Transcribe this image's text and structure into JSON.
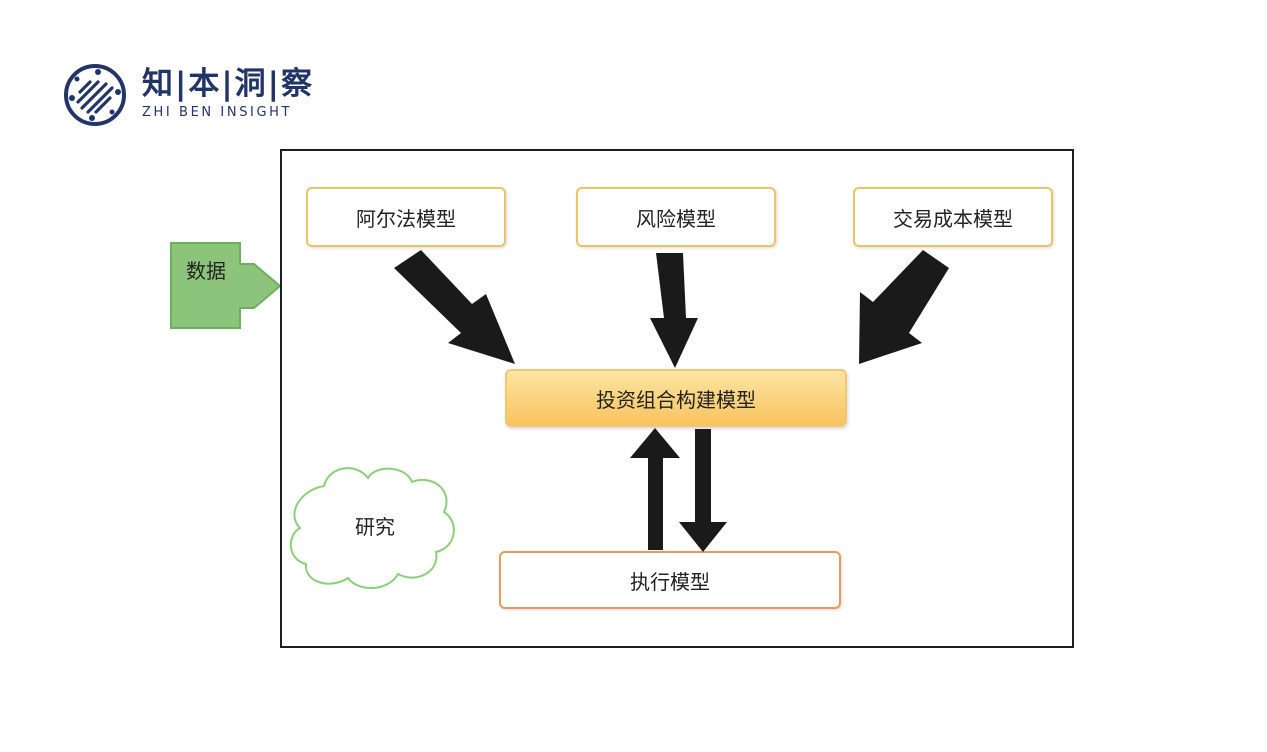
{
  "brand": {
    "name_cn": "知|本|洞|察",
    "name_en": "ZHI BEN INSIGHT"
  },
  "diagram": {
    "input": "数据",
    "alpha_model": "阿尔法模型",
    "risk_model": "风险模型",
    "cost_model": "交易成本模型",
    "portfolio_model": "投资组合构建模型",
    "execution_model": "执行模型",
    "research": "研究"
  },
  "colors": {
    "brand": "#233568",
    "model_border": "#e9c565",
    "core_fill": "#f8c35f",
    "exec_border": "#ea9a5c",
    "data_fill": "#8bc47a",
    "cloud_stroke": "#8ccf7a",
    "arrow": "#1a1a1a"
  }
}
